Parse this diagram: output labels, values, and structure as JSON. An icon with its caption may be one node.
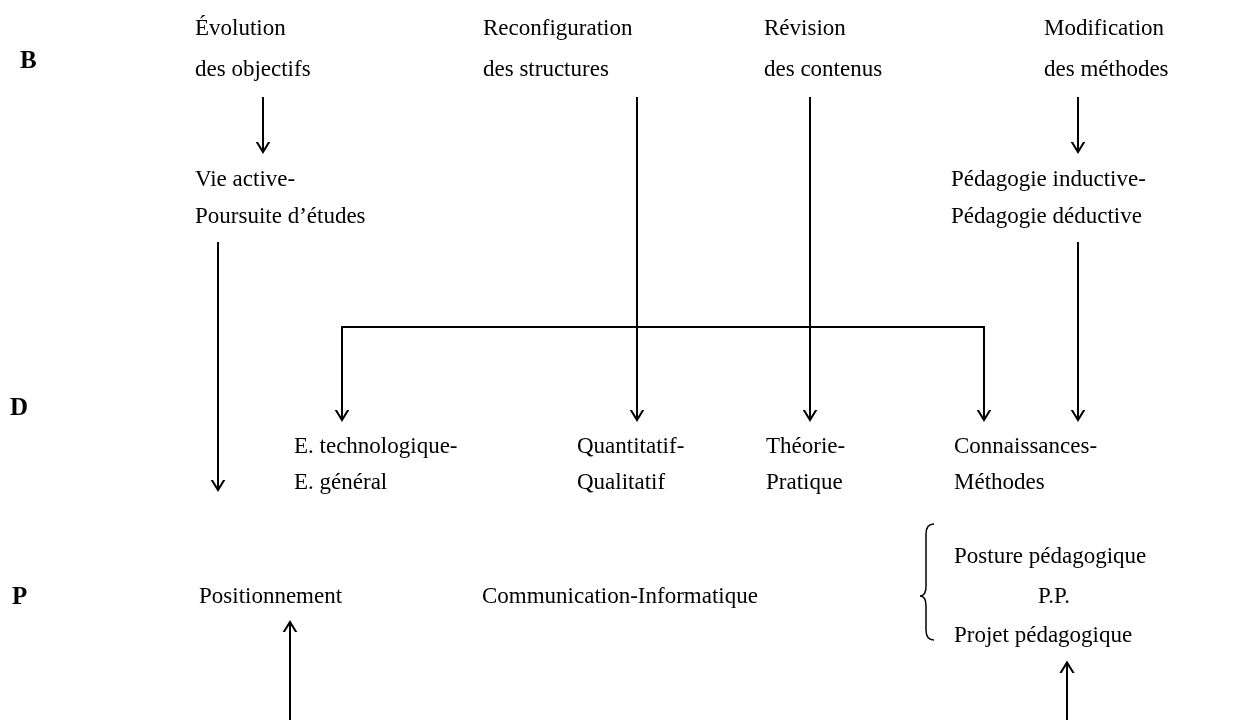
{
  "diagram": {
    "nodes": [
      {
        "text": [
          "Évolution des objectifs"
        ]
      },
      {
        "text": [
          "Reconfiguration des structures"
        ]
      },
      {
        "text": [
          "Révision des contenus"
        ]
      },
      {
        "text": [
          "Modification des méthodes"
        ]
      },
      {
        "text": [
          "Vie active- Poursuite d’études"
        ]
      },
      {
        "text": [
          "Pédagogie inductive- Pédagogie déductive"
        ]
      },
      {
        "text": [
          "E. technologique- E. général"
        ]
      },
      {
        "text": [
          "Quantitatif- Qualitatif"
        ]
      },
      {
        "text": [
          "Théorie- Pratique"
        ]
      },
      {
        "text": [
          "Connaissances- Méthodes"
        ]
      },
      {
        "text": [
          "Positionnement"
        ]
      },
      {
        "text": [
          "Communication-Informatique"
        ]
      },
      {
        "text": [
          "Posture pédagogique",
          "P.P.",
          "Projet pédagogique"
        ]
      }
    ],
    "edges": [
      {
        "from": 0,
        "to": 4,
        "arrow": "to"
      },
      {
        "from": 1,
        "to": 7,
        "arrow": "to"
      },
      {
        "from": 2,
        "to": 8,
        "arrow": "to"
      },
      {
        "from": 6,
        "to": 9,
        "arrow": "both"
      },
      {
        "from": 3,
        "to": 5,
        "arrow": "to"
      },
      {
        "from": 5,
        "to": 9,
        "arrow": "to"
      },
      {
        "from": 4,
        "to": null,
        "arrow": "to"
      },
      {
        "from": null,
        "to": 10,
        "arrow": "to"
      },
      {
        "from": null,
        "to": 12,
        "arrow": "to"
      }
    ],
    "labels": [
      "B",
      "D",
      "P"
    ]
  }
}
